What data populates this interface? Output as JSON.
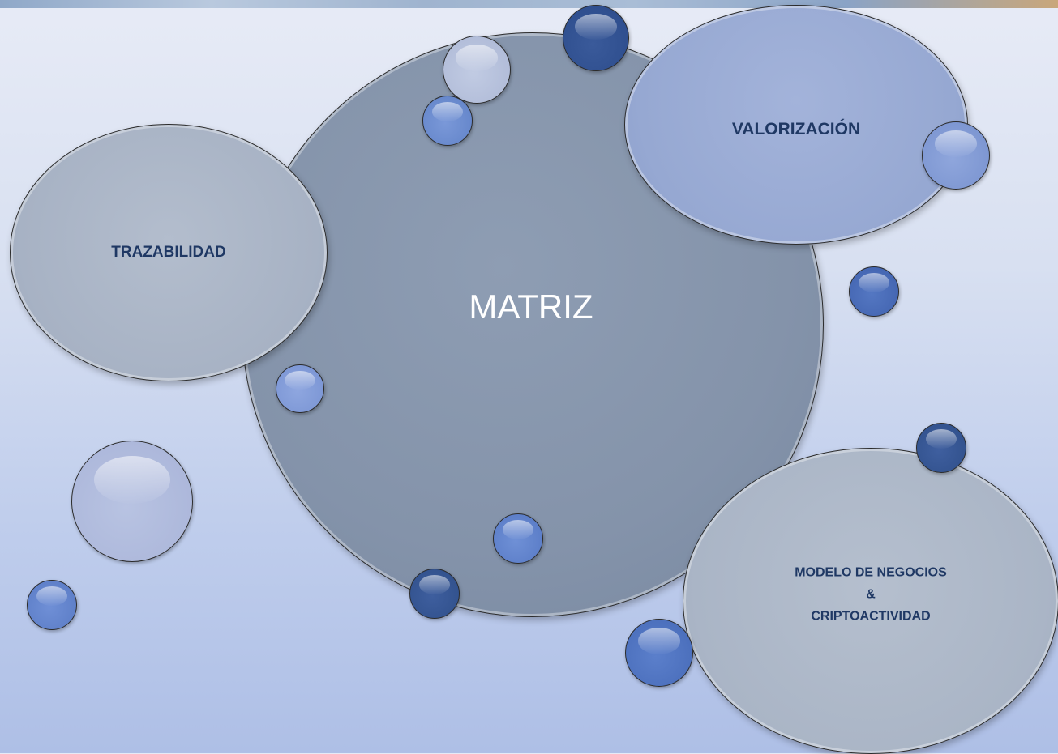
{
  "diagram": {
    "center": {
      "label": "MATRIZ"
    },
    "nodes": {
      "trazabilidad": {
        "label": "TRAZABILIDAD"
      },
      "valorizacion": {
        "label": "VALORIZACIÓN"
      },
      "modelo": {
        "line1": "MODELO DE NEGOCIOS",
        "line2": "&",
        "line3": "CRIPTOACTIVIDAD"
      }
    }
  },
  "colors": {
    "center_fill": "#8695ab",
    "trazabilidad_fill": "#a9b4c6",
    "valorizacion_fill": "#97a9d3",
    "modelo_fill": "#abb6c7",
    "bubble_dark": "#3b5c9c",
    "bubble_mid": "#6f8fd0",
    "bubble_light": "#b7c2df",
    "text_dark": "#1f3864"
  }
}
